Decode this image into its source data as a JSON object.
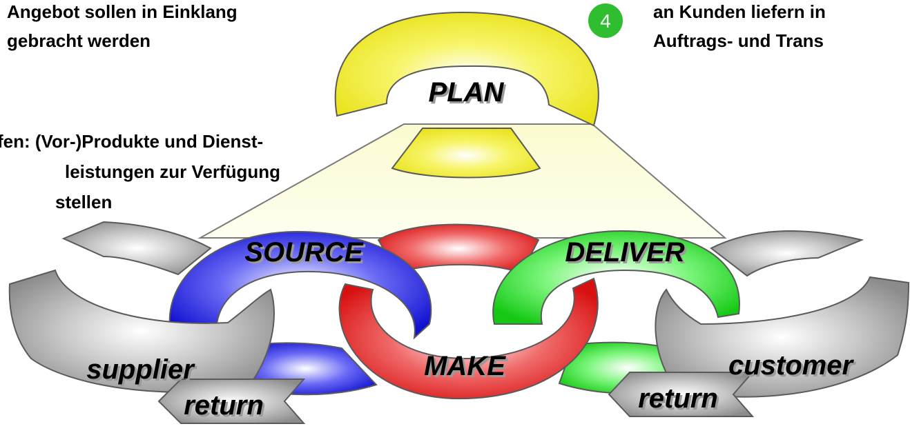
{
  "texts": {
    "plan_note": [
      "Angebot sollen in Einklang",
      "gebracht werden"
    ],
    "deliver_note": [
      "an Kunden liefern in",
      "Auftrags- und Trans"
    ],
    "source_note": [
      "fen: (Vor-)Produkte und Dienst-",
      "leistungen zur Verfügung",
      "stellen"
    ]
  },
  "step_marker": "4",
  "labels": {
    "plan": "PLAN",
    "source": "SOURCE",
    "make": "MAKE",
    "deliver": "DELIVER",
    "supplier": "supplier",
    "customer": "customer",
    "return_left": "return",
    "return_right": "return"
  },
  "colors": {
    "plan": "#f0ec30",
    "source": "#1616e6",
    "make": "#e81616",
    "deliver": "#18d818",
    "partner": "#9a9a9a",
    "marker": "#2fbe2f"
  }
}
